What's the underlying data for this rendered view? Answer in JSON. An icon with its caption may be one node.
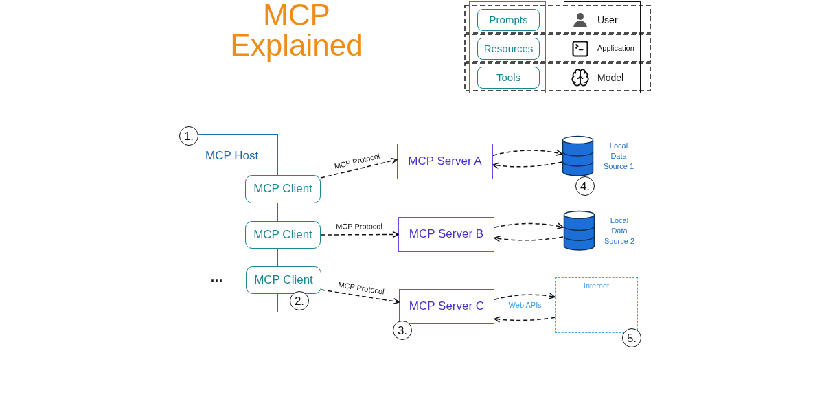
{
  "diagram": {
    "title": "MCP Explained",
    "nodes": [
      {
        "text": [],
        "shape": "box"
      },
      {
        "text": [
          "Prompts"
        ],
        "in": 0
      },
      {
        "text": [
          "Resources"
        ],
        "in": 0
      },
      {
        "text": [
          "Tools"
        ],
        "in": 0
      },
      {
        "text": [
          "User",
          "Application",
          "Model"
        ]
      },
      {
        "text": [
          "MCP Host",
          "..."
        ]
      },
      {
        "text": [
          "MCP Client"
        ]
      },
      {
        "text": [
          "MCP Client"
        ]
      },
      {
        "text": [
          "MCP Client"
        ]
      },
      {
        "text": [
          "MCP Server A"
        ]
      },
      {
        "text": [],
        "shape": "cylinder",
        "beside": [
          "Local Data Source 1"
        ]
      },
      {
        "text": [
          "MCP Server B"
        ]
      },
      {
        "text": [],
        "shape": "cylinder",
        "beside": [
          "Local Data Source 2"
        ]
      },
      {
        "text": [
          "MCP Server C"
        ]
      },
      {
        "text": [
          "Internet"
        ]
      }
    ],
    "edges": [
      {
        "from": 6,
        "to": 9,
        "arrow": "to",
        "label": "MCP Protocol",
        "style": "dashed"
      },
      {
        "from": 7,
        "to": 11,
        "arrow": "to",
        "label": "MCP Protocol",
        "style": "dashed"
      },
      {
        "from": 8,
        "to": 13,
        "arrow": "to",
        "label": "MCP Protocol",
        "style": "dashed"
      },
      {
        "from": 9,
        "to": 10,
        "arrow": "to",
        "style": "dashed"
      },
      {
        "from": 10,
        "to": 9,
        "arrow": "to",
        "style": "dashed"
      },
      {
        "from": 11,
        "to": 12,
        "arrow": "to",
        "style": "dashed"
      },
      {
        "from": 12,
        "to": 11,
        "arrow": "to",
        "style": "dashed"
      },
      {
        "from": 13,
        "to": 14,
        "arrow": "to",
        "label": "Web APIs",
        "style": "dashed"
      },
      {
        "from": 14,
        "to": 13,
        "arrow": "to",
        "style": "dashed"
      }
    ],
    "labels": [
      "1.",
      "4.",
      "2.",
      "3.",
      "5."
    ]
  }
}
